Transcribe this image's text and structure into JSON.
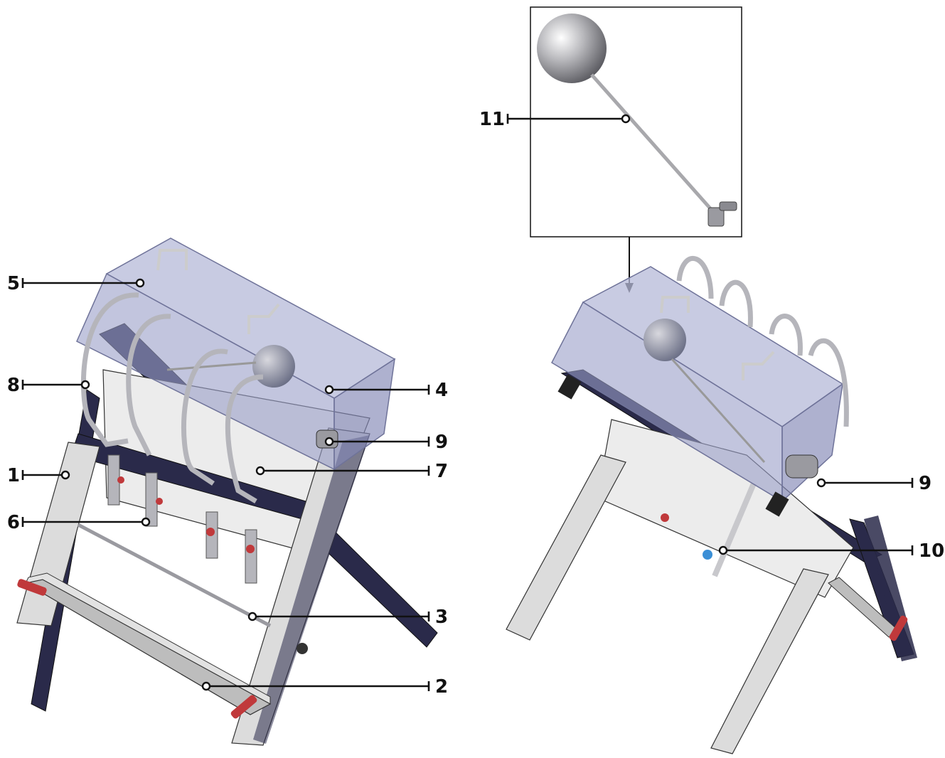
{
  "diagram": {
    "callouts": [
      {
        "id": "5",
        "label": "5"
      },
      {
        "id": "8",
        "label": "8"
      },
      {
        "id": "1",
        "label": "1"
      },
      {
        "id": "6",
        "label": "6"
      },
      {
        "id": "4",
        "label": "4"
      },
      {
        "id": "9a",
        "label": "9"
      },
      {
        "id": "7",
        "label": "7"
      },
      {
        "id": "3",
        "label": "3"
      },
      {
        "id": "2",
        "label": "2"
      },
      {
        "id": "11",
        "label": "11"
      },
      {
        "id": "9b",
        "label": "9"
      },
      {
        "id": "10",
        "label": "10"
      }
    ]
  },
  "colors": {
    "frame_dark": "#2a2a4a",
    "frame_light": "#e6e6e6",
    "tank_fill": "#9a9fc8",
    "tank_edge": "#6f7399",
    "pipe": "#c8c8cc",
    "accent_red": "#c0393b",
    "accent_blue": "#3b8fd6",
    "outline": "#111111"
  }
}
